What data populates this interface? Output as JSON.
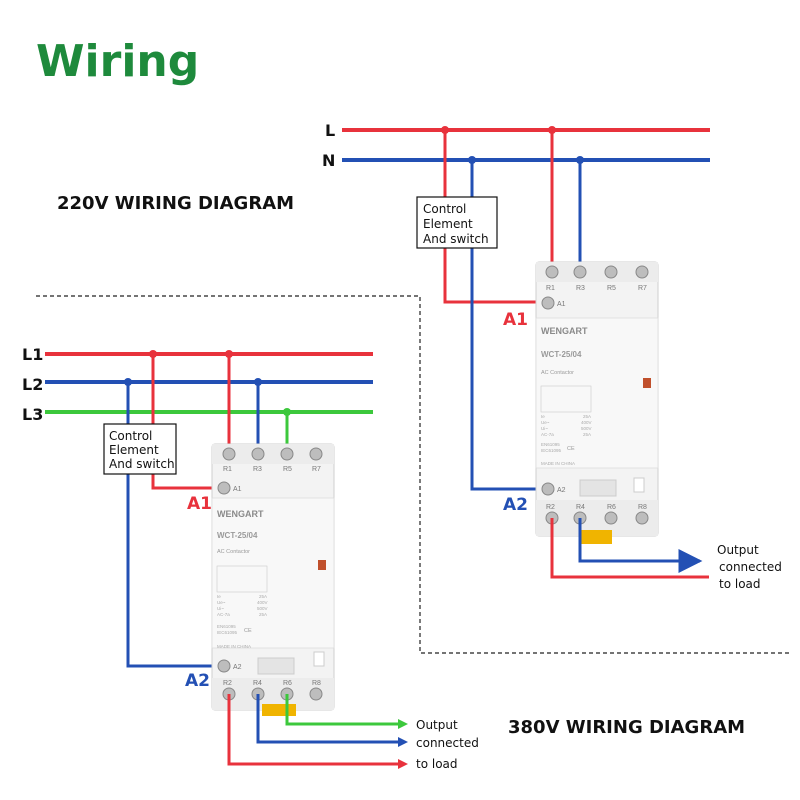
{
  "page_title": "Wiring",
  "colors": {
    "title": "#1e8a3c",
    "red": "#e8323c",
    "blue": "#2350b4",
    "green": "#3cc83c",
    "dashed": "#222222"
  },
  "diagram_220": {
    "heading": "220V WIRING DIAGRAM",
    "line_labels": [
      "L",
      "N"
    ],
    "control_box": [
      "Control",
      "Element",
      "And switch"
    ],
    "a1": "A1",
    "a2": "A2",
    "output": [
      "Output",
      "connected",
      "to load"
    ]
  },
  "diagram_380": {
    "heading": "380V WIRING DIAGRAM",
    "line_labels": [
      "L1",
      "L2",
      "L3"
    ],
    "control_box": [
      "Control",
      "Element",
      "And switch"
    ],
    "a1": "A1",
    "a2": "A2",
    "output": [
      "Output",
      "connected",
      "to load"
    ]
  },
  "contactor": {
    "brand": "WENGART",
    "model": "WCT-25/04",
    "type": "AC Contactor",
    "top_terminals": [
      "R1",
      "R3",
      "R5",
      "R7"
    ],
    "bottom_terminals": [
      "R2",
      "R4",
      "R6",
      "R8"
    ],
    "coil_top": "A1",
    "coil_bottom": "A2",
    "specs": [
      "Ie",
      "25A",
      "Ue~",
      "400V",
      "Ui~",
      "500V",
      "AC-7a",
      "25A"
    ],
    "standards": [
      "EN61095",
      "IEC61095"
    ],
    "made_in": "MADE IN CHINA"
  }
}
